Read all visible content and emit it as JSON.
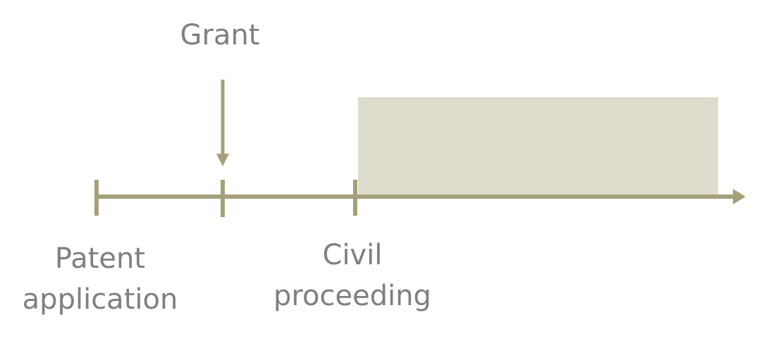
{
  "colors": {
    "axis": "#a5a07a",
    "shaded_period": "#dedccc",
    "text": "#7f7f7f"
  },
  "events": {
    "grant": {
      "label": "Grant"
    },
    "patent_application": {
      "line1": "Patent",
      "line2": "application"
    },
    "civil_proceeding": {
      "line1": "Civil",
      "line2": "proceeding"
    }
  }
}
